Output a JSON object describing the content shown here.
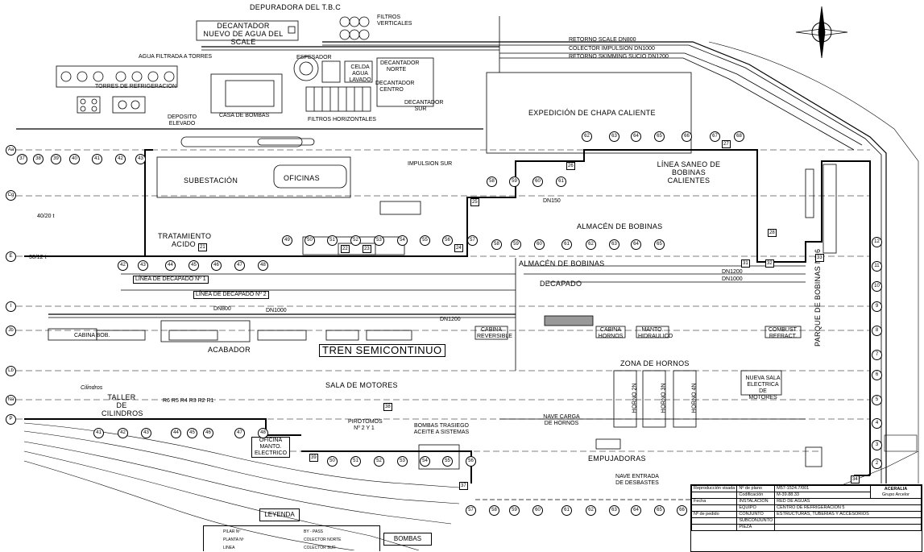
{
  "labels": {
    "depuradora": "DEPURADORA DEL T.B.C",
    "decantador": "DECANTADOR NUEVO DE AGUA DEL SCALE",
    "filtros_verticales": "FILTROS VERTICALES",
    "agua_filtrada": "AGUA FILTRADA A TORRES",
    "torres": "TORRES DE REFRIGERACION",
    "espesador": "ESPESADOR",
    "celda": "CELDA AGUA LAVADO",
    "decantador_norte": "DECANTADOR NORTE",
    "decantador_centro": "DECANTADOR CENTRO",
    "decantador_sur": "DECANTADOR SUR",
    "casa_bombas": "CASA DE BOMBAS",
    "filtros_horizontales": "FILTROS HORIZONTALES",
    "deposito": "DEPOSITO ELEVADO",
    "retorno_scale": "RETORNO SCALE DN800",
    "colector": "COLECTOR IMPULSION DN1000",
    "retorno_skimming": "RETORNO SKIMMING SUCIO DN1200",
    "expedicion": "EXPEDICIÓN DE CHAPA CALIENTE",
    "subestacion": "SUBESTACIÓN",
    "oficinas": "OFICINAS",
    "impulsion_sur": "IMPULSION SUR",
    "linea_saneo": "LÍNEA SANEO DE BOBINAS CALIENTES",
    "almacen1": "ALMACÉN DE BOBINAS",
    "almacen2": "ALMACÉN DE BOBINAS",
    "tratamiento": "TRATAMIENTO ACIDO",
    "decapado1": "LÍNEA DE DECAPADO Nº 1",
    "decapado2": "LÍNEA DE DECAPADO Nº 2",
    "decapado": "DECAPADO",
    "tren": "TREN SEMICONTINUO",
    "acabador": "ACABADOR",
    "cabina_bob": "CABINA BOB.",
    "sala_motores": "SALA DE MOTORES",
    "zona_hornos": "ZONA DE HORNOS",
    "nueva_sala": "NUEVA SALA ELECTRICA DE MOTORES",
    "horno2": "HORNO 2N",
    "horno3": "HORNO 3N",
    "horno4": "HORNO 4N",
    "taller": "TALLER DE CILINDROS",
    "nave_carga": "NAVE CARGA DE HORNOS",
    "empujadoras": "EMPUJADORAS",
    "nave_entrada": "NAVE ENTRADA DE DESBASTES",
    "pirotomos": "PIROTOMOS Nº 2 Y 1",
    "bombas_trasiego": "BOMBAS TRASIEGO ACEITE A SISTEMAS",
    "parque": "PARQUE DE BOBINAS Nº 6",
    "oficina_mto": "OFICINA MANTO. ELECTRICO",
    "cabina_reversible": "CABINA REVERSIBLE",
    "cabina_hornos": "CABINA HORNOS",
    "mto_hidraulico": "MANTO. HIDRAULICO",
    "combust": "COMBUST. REFRACT.",
    "cilindros": "Cilindros",
    "dn1200a": "DN1200",
    "dn1000a": "DN1000",
    "dn800a": "DN800",
    "dn1000b": "DN1000",
    "dn1200b": "DN1200",
    "dn150": "DN150",
    "r_labels": "R6 R5 R4 R3 R2 R1",
    "val_401": "40/20 t",
    "val_3012": "30/12 t"
  },
  "bubbles_top": [
    "37",
    "38",
    "39",
    "40",
    "41",
    "42",
    "43"
  ],
  "bubbles_row_f": [
    "42",
    "43",
    "44",
    "45",
    "46",
    "47",
    "48"
  ],
  "bubbles_mid": [
    "49",
    "50",
    "51",
    "52",
    "53",
    "54",
    "55",
    "56",
    "57"
  ],
  "bubbles_bot": [
    "41",
    "42",
    "43",
    "44",
    "45",
    "46",
    "47",
    "48"
  ],
  "bubbles_bot2": [
    "50",
    "51",
    "52",
    "53",
    "54",
    "55",
    "56"
  ],
  "bubbles_bottom_row": [
    "57",
    "58",
    "59",
    "60",
    "61",
    "62",
    "63",
    "64",
    "65",
    "66"
  ],
  "bubbles_right": [
    "2",
    "3",
    "4",
    "5",
    "6",
    "7",
    "8",
    "9",
    "10",
    "11",
    "12"
  ],
  "bubbles_left": [
    "Aa",
    "Cg",
    "E",
    "I",
    "Jb",
    "Lb",
    "Na",
    "P"
  ],
  "expedicion_cols": [
    "62",
    "63",
    "64",
    "65",
    "66",
    "67",
    "68"
  ],
  "almacen_cols": [
    "58",
    "59",
    "60",
    "61",
    "62",
    "63",
    "64",
    "65"
  ],
  "saneo_cols": [
    "58",
    "59",
    "60",
    "61"
  ],
  "zone_numbers": [
    "21",
    "22",
    "23",
    "24",
    "25",
    "26",
    "27",
    "28",
    "31",
    "32",
    "33",
    "34",
    "37",
    "38",
    "39"
  ],
  "title_block": {
    "left_col": [
      "Reproducción visada",
      "",
      "Fecha",
      "Nº de pedido"
    ],
    "codes": [
      "Nº de plano",
      "Codificación",
      "INSTALACION",
      "EQUIPO",
      "CONJUNTO",
      "SUBCONJUNTO",
      "PIEZA"
    ],
    "values": [
      "M57-1524.7/001",
      "M-39.88.33",
      "RED DE AGUAS",
      "CENTRO DE REFRIGERACION 5",
      "ESTRUCTURAS, TUBERIAS Y ACCESORIOS",
      "",
      ""
    ],
    "company": "ACERALIA",
    "company_sub": "Grupo Arcelor"
  },
  "legend": {
    "title": "LEYENDA",
    "items": [
      "PILAR Nº",
      "PLANTA Nº",
      "LINEA",
      "BY - PASS",
      "COLECTOR NORTE",
      "COLECTOR SUR"
    ],
    "bombas": "BOMBAS"
  }
}
